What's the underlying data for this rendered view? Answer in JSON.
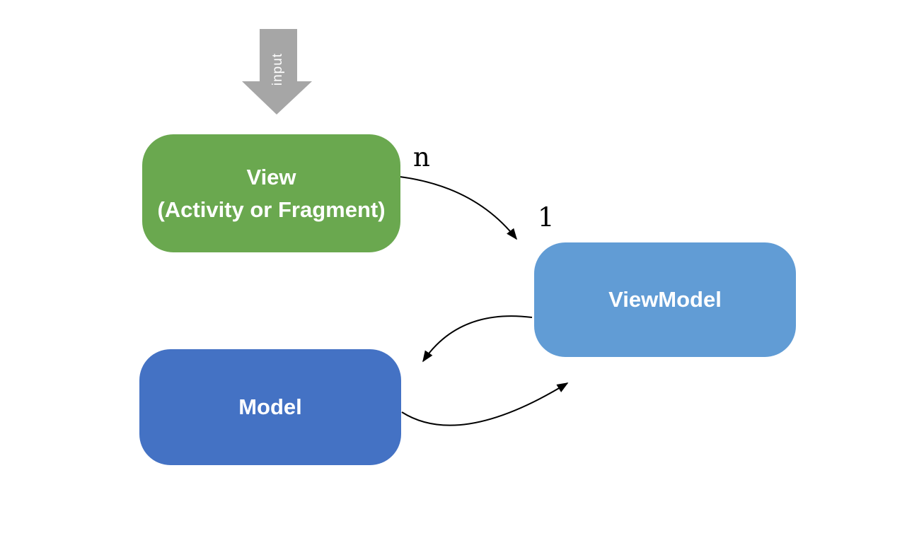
{
  "background": "#ffffff",
  "input_arrow": {
    "label": "input",
    "fill": "#a6a6a6",
    "label_color": "#ffffff"
  },
  "nodes": {
    "view": {
      "line1": "View",
      "line2": "(Activity or Fragment)",
      "fill": "#6aa84f",
      "text_color": "#ffffff"
    },
    "viewmodel": {
      "label": "ViewModel",
      "fill": "#619cd5",
      "text_color": "#ffffff"
    },
    "model": {
      "label": "Model",
      "fill": "#4472c4",
      "text_color": "#ffffff"
    }
  },
  "multiplicity": {
    "view_side": "n",
    "viewmodel_side": "1"
  },
  "connectors": {
    "color": "#000000",
    "view_to_viewmodel": "view → viewmodel",
    "viewmodel_to_model": "viewmodel → model",
    "model_to_viewmodel": "model → viewmodel"
  }
}
